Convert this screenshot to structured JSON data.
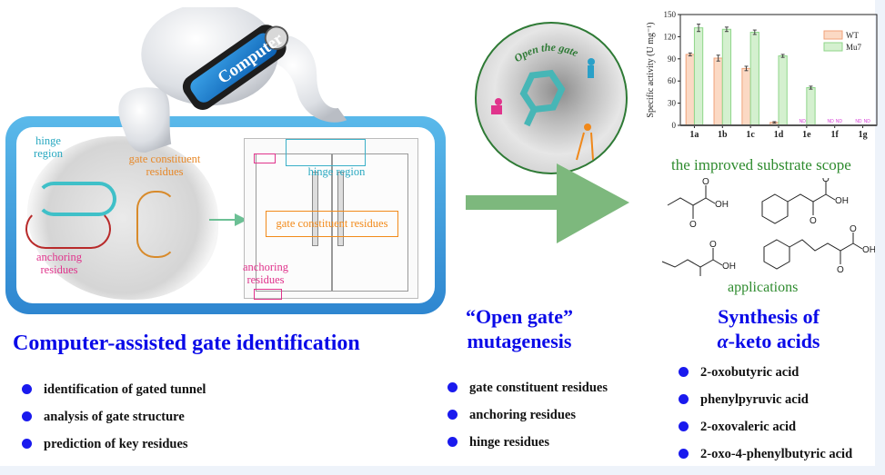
{
  "left_panel": {
    "robot_badge": "Computer",
    "protein_labels": {
      "hinge": "hinge region",
      "gate": "gate constituent residues",
      "anchoring": "anchoring residues"
    },
    "door_labels": {
      "hinge": "hinge region",
      "gate": "gate constituent residues",
      "anchoring": "anchoring residues"
    },
    "title": "Computer-assisted gate identification",
    "bullets": [
      "identification of gated tunnel",
      "analysis of gate structure",
      "prediction of key residues"
    ]
  },
  "middle_panel": {
    "circle_label": "Open the gate",
    "title_line1": "“Open gate”",
    "title_line2": "mutagenesis",
    "bullets": [
      "gate constituent residues",
      "anchoring residues",
      "hinge residues"
    ]
  },
  "right_panel": {
    "chart_caption": "the improved substrate scope",
    "structures": [
      {
        "name": "2-oxobutyric acid",
        "oh_label": "OH",
        "o_label": "O"
      },
      {
        "name": "phenylpyruvic acid",
        "oh_label": "OH",
        "o_label": "O"
      },
      {
        "name": "2-oxovaleric acid",
        "oh_label": "OH",
        "o_label": "O"
      },
      {
        "name": "2-oxo-4-phenylbutyric acid",
        "oh_label": "OH",
        "o_label": "O"
      }
    ],
    "applications_label": "applications",
    "title_line1": "Synthesis of",
    "title_line2_prefix": "α",
    "title_line2_suffix": "-keto acids",
    "bullets": [
      "2-oxobutyric acid",
      "phenylpyruvic acid",
      "2-oxovaleric acid",
      "2-oxo-4-phenylbutyric acid"
    ]
  },
  "colors": {
    "title_blue": "#0a0ae8",
    "wt_fill": "#fbd9c4",
    "wt_stroke": "#f0a27a",
    "mu7_fill": "#d4f0cf",
    "mu7_stroke": "#8fd68a",
    "nd_color": "#d63cd6",
    "green_text": "#2e8b2e",
    "arrow_green": "#7db87d"
  },
  "chart_data": {
    "type": "bar",
    "title": "",
    "xlabel": "",
    "ylabel": "Specific activity (U mg⁻¹)",
    "ylim": [
      0,
      150
    ],
    "yticks": [
      0,
      30,
      60,
      90,
      120,
      150
    ],
    "categories": [
      "1a",
      "1b",
      "1c",
      "1d",
      "1e",
      "1f",
      "1g"
    ],
    "series": [
      {
        "name": "WT",
        "values": [
          96,
          91,
          77,
          4,
          null,
          null,
          null
        ],
        "errors": [
          2,
          4,
          3,
          1,
          0,
          0,
          0
        ],
        "nd": [
          false,
          false,
          false,
          false,
          true,
          true,
          true
        ]
      },
      {
        "name": "Mu7",
        "values": [
          132,
          130,
          126,
          94,
          51,
          null,
          null
        ],
        "errors": [
          5,
          3,
          3,
          2,
          2,
          0,
          0
        ],
        "nd": [
          false,
          false,
          false,
          false,
          false,
          true,
          true
        ]
      }
    ],
    "nd_label": "ND",
    "legend": "top-right",
    "grid": false
  }
}
